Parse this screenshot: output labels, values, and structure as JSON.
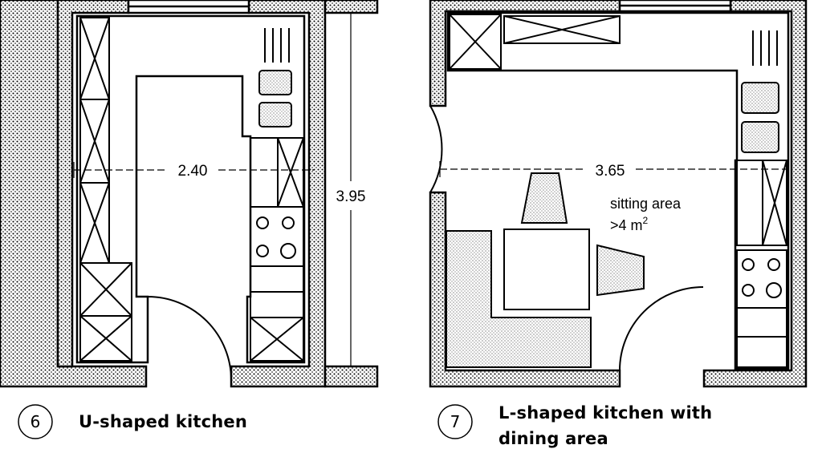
{
  "figure6": {
    "number": "6",
    "caption": "U-shaped kitchen",
    "width_label": "2.40",
    "depth_label": "3.95"
  },
  "figure7": {
    "number": "7",
    "caption_line1": "L-shaped kitchen with",
    "caption_line2": "dining area",
    "width_label": "3.65",
    "area_label_1": "sitting area",
    "area_label_2_prefix": ">4 m",
    "area_label_2_sup": "2"
  }
}
